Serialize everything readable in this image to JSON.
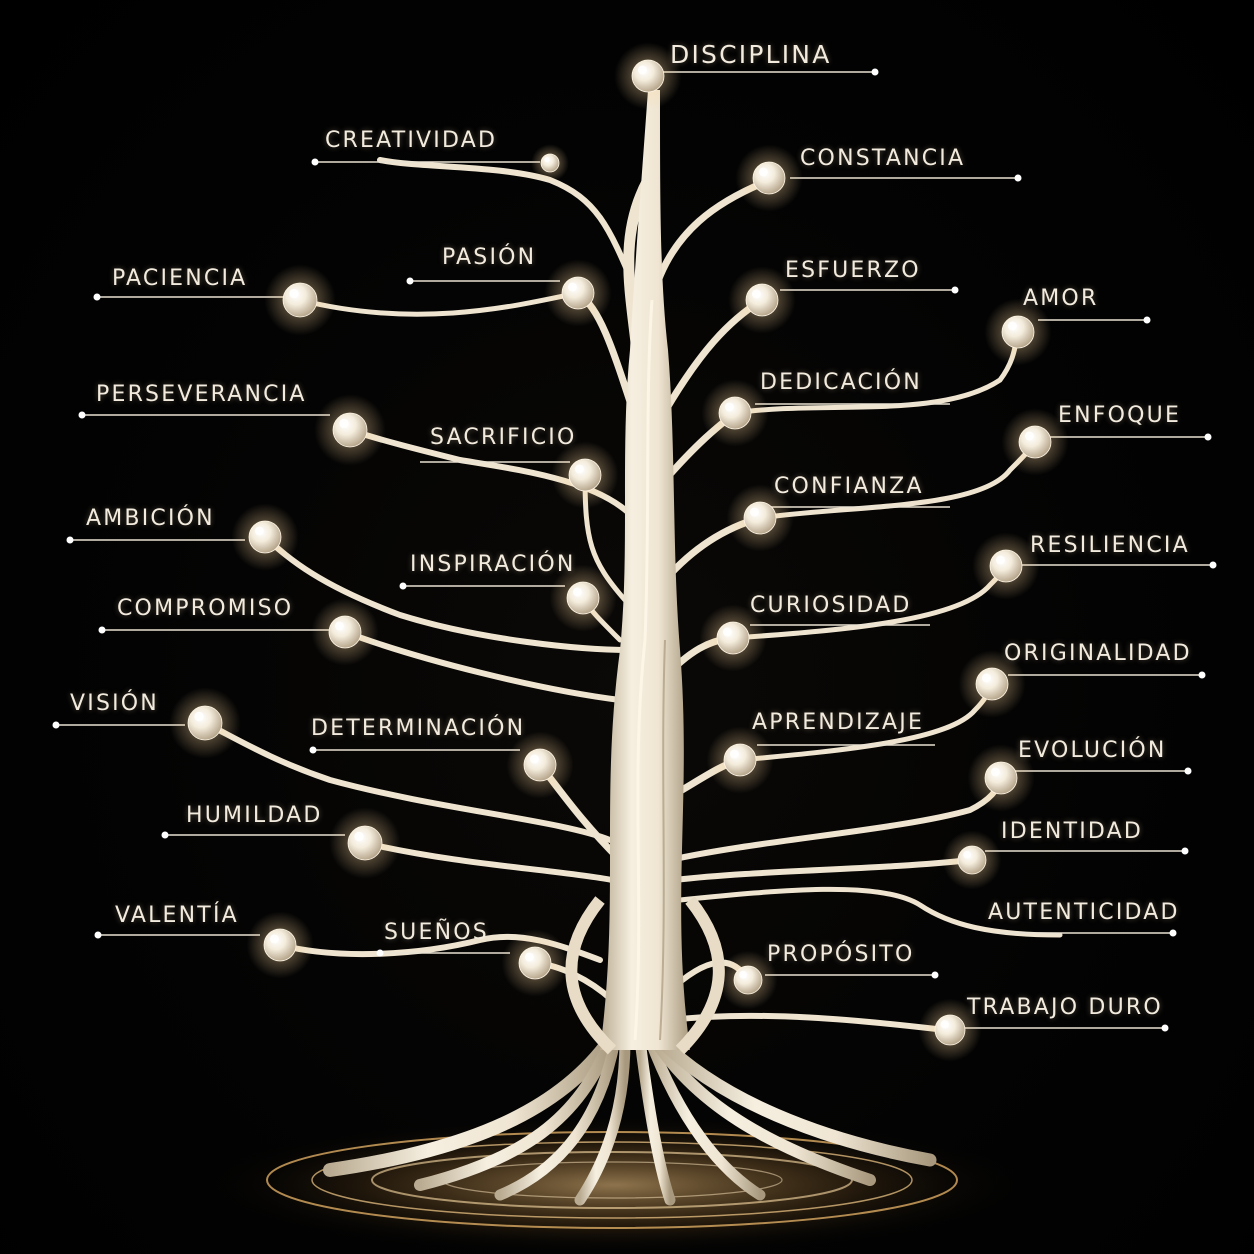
{
  "colors": {
    "background": "#000000",
    "trunk": "#efe6d4",
    "trunk_shadow": "#b8a88c",
    "pearl": "#f6efe2",
    "glow": "#ffcc80",
    "label": "#f2ebde"
  },
  "node_icon": "pearl-icon",
  "labels": {
    "disciplina": "DISCIPLINA",
    "creatividad": "CREATIVIDAD",
    "constancia": "CONSTANCIA",
    "pasion": "PASIÓN",
    "paciencia": "PACIENCIA",
    "esfuerzo": "ESFUERZO",
    "amor": "AMOR",
    "perseverancia": "PERSEVERANCIA",
    "dedicacion": "DEDICACIÓN",
    "sacrificio": "SACRIFICIO",
    "enfoque": "ENFOQUE",
    "confianza": "CONFIANZA",
    "ambicion": "AMBICIÓN",
    "resiliencia": "RESILIENCIA",
    "inspiracion": "INSPIRACIÓN",
    "compromiso": "COMPROMISO",
    "curiosidad": "CURIOSIDAD",
    "originalidad": "ORIGINALIDAD",
    "vision": "VISIÓN",
    "determinacion": "DETERMINACIÓN",
    "aprendizaje": "APRENDIZAJE",
    "evolucion": "EVOLUCIÓN",
    "humildad": "HUMILDAD",
    "identidad": "IDENTIDAD",
    "autenticidad": "AUTENTICIDAD",
    "valentia": "VALENTÍA",
    "suenos": "SUEÑOS",
    "proposito": "PROPÓSITO",
    "trabajo_duro": "TRABAJO DURO"
  }
}
